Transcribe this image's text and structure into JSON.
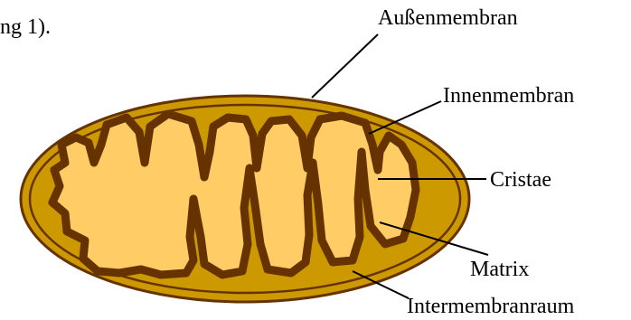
{
  "caption_fragment": "ng 1).",
  "labels": {
    "outer_membrane": "Außenmembran",
    "inner_membrane": "Innenmembran",
    "cristae": "Cristae",
    "matrix": "Matrix",
    "intermembrane_space": "Intermembranraum"
  },
  "colors": {
    "outer_fill": "#CC9900",
    "matrix_fill": "#FFCC66",
    "membrane": "#663300"
  }
}
